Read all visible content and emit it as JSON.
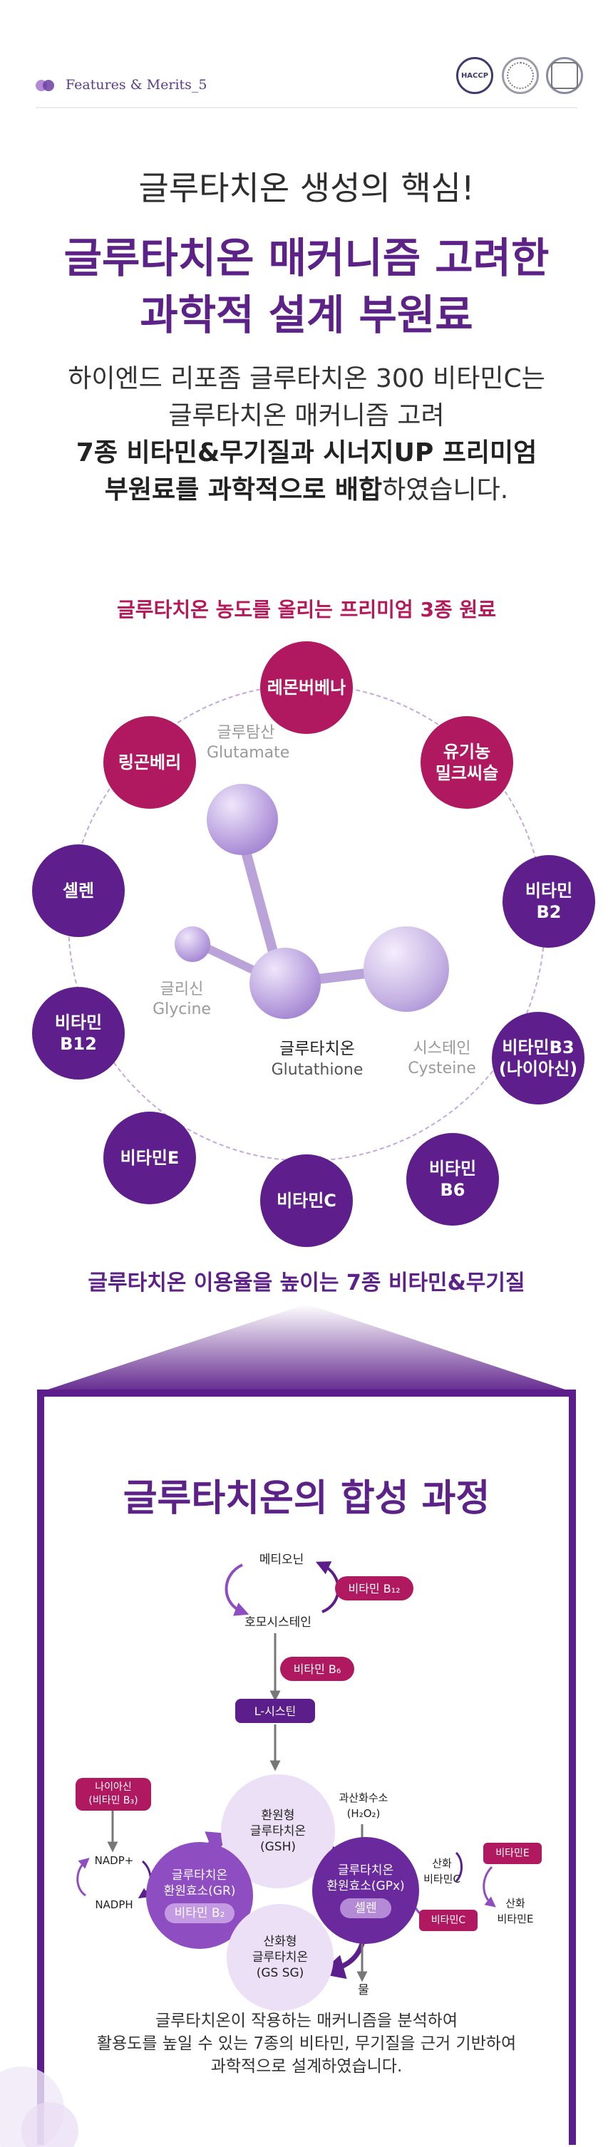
{
  "header": {
    "label": "Features & Merits_5",
    "cert1": "HACCP",
    "accent": "#6a3ea1"
  },
  "intro": {
    "subtitle": "글루타치온 생성의 핵심!",
    "title_line1": "글루타치온 매커니즘 고려한",
    "title_line2": "과학적 설계 부원료",
    "para_line1": "하이엔드 리포좀 글루타치온 300 비타민C는",
    "para_line2": "글루타치온 매커니즘 고려",
    "para_line3": "7종 비타민&무기질과 시너지UP 프리미엄",
    "para_line4_bold": "부원료를 과학적으로 배합",
    "para_line4_rest": "하였습니다."
  },
  "premium": {
    "heading": "글루타치온 농도를 올리는 프리미엄 3종 원료",
    "nodes": [
      {
        "label": "레몬버베나",
        "color": "#b0185f"
      },
      {
        "label": "유기농\n밀크씨슬",
        "color": "#b0185f"
      },
      {
        "label": "비타민\nB2",
        "color": "#5e1f8c"
      },
      {
        "label": "비타민B3\n(나이아신)",
        "color": "#5e1f8c"
      },
      {
        "label": "비타민\nB6",
        "color": "#5e1f8c"
      },
      {
        "label": "비타민C",
        "color": "#5e1f8c"
      },
      {
        "label": "비타민E",
        "color": "#5e1f8c"
      },
      {
        "label": "비타민\nB12",
        "color": "#5e1f8c"
      },
      {
        "label": "셀렌",
        "color": "#5e1f8c"
      },
      {
        "label": "링곤베리",
        "color": "#b0185f"
      }
    ],
    "molecule": {
      "glutamate": "글루탐산\nGlutamate",
      "glycine": "글리신\nGlycine",
      "glutathione_ko": "글루타치온",
      "glutathione_en": "Glutathione",
      "cysteine": "시스테인\nCysteine"
    }
  },
  "vitamins_heading": "글루타치온 이용율을 높이는 7종 비타민&무기질",
  "synthesis": {
    "title": "글루타치온의 합성 과정",
    "methionine": "메티오닌",
    "homocysteine": "호모시스테인",
    "b12": "비타민 B₁₂",
    "b6": "비타민 B₆",
    "lcysteine": "L-시스틴",
    "gsh": "환원형\n글루타치온\n(GSH)",
    "gr": "글루타치온\n환원효소(GR)",
    "b2": "비타민 B₂",
    "gpx": "글루타치온\n환원효소(GPx)",
    "selen": "셀렌",
    "gssg": "산화형\n글루타치온\n(GS SG)",
    "h2o2": "과산화수소\n(H₂O₂)",
    "water": "물",
    "niacin": "나이아신\n(비타민 B₃)",
    "nadp_plus": "NADP+",
    "nadph": "NADPH",
    "ox_vitc": "산화\n비타민C",
    "vitc": "비타민C",
    "vite": "비타민E",
    "ox_vite": "산화\n비타민E"
  },
  "footer": {
    "line1": "글루타치온이 작용하는 매커니즘을 분석하여",
    "line2": "활용도를 높일 수 있는 7종의 비타민, 무기질을 근거 기반하여",
    "line3": "과학적으로 설계하였습니다."
  }
}
